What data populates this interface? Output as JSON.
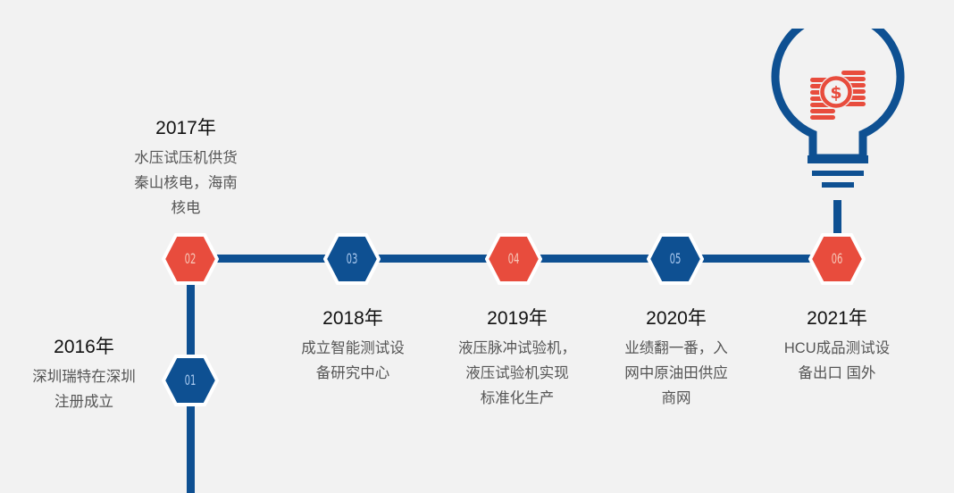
{
  "colors": {
    "background": "#f2f2f2",
    "blue": "#0e5092",
    "red": "#e84c3d",
    "outline": "#ffffff"
  },
  "milestones": [
    {
      "num": "01",
      "year": "2016年",
      "desc_lines": [
        "深圳瑞特在深圳",
        "注册成立"
      ],
      "color": "blue"
    },
    {
      "num": "02",
      "year": "2017年",
      "desc_lines": [
        "水压试压机供货",
        "秦山核电，海南",
        "核电"
      ],
      "color": "red"
    },
    {
      "num": "03",
      "year": "2018年",
      "desc_lines": [
        "成立智能测试设",
        "备研究中心"
      ],
      "color": "blue"
    },
    {
      "num": "04",
      "year": "2019年",
      "desc_lines": [
        "液压脉冲试验机，",
        "液压试验机实现",
        "标准化生产"
      ],
      "color": "red"
    },
    {
      "num": "05",
      "year": "2020年",
      "desc_lines": [
        "业绩翻一番，入",
        "网中原油田供应",
        "商网"
      ],
      "color": "blue"
    },
    {
      "num": "06",
      "year": "2021年",
      "desc_lines": [
        "HCU成品测试设",
        "备出口 国外"
      ],
      "color": "red"
    }
  ],
  "icons": {
    "bulb": "lightbulb-icon",
    "coins": "dollar-coins-icon"
  }
}
